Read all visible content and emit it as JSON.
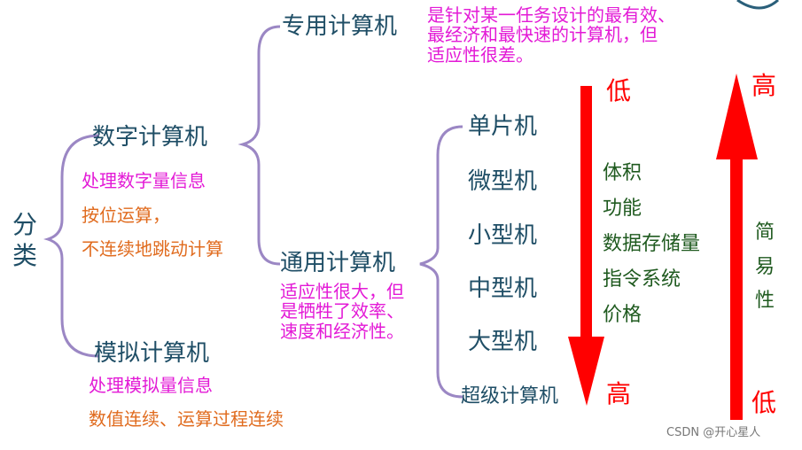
{
  "root": {
    "label": "分类"
  },
  "digital": {
    "label": "数字计算机",
    "desc": [
      "处理数字量信息",
      "按位运算，",
      "不连续地跳动计算"
    ],
    "special": {
      "label": "专用计算机",
      "desc": [
        "是针对某一任务设计的最有效、",
        "最经济和最快速的计算机，但",
        "适应性很差。"
      ]
    },
    "general": {
      "label": "通用计算机",
      "desc": [
        "适应性很大，但",
        "是牺牲了效率、",
        "速度和经济性。"
      ],
      "types": [
        "单片机",
        "微型机",
        "小型机",
        "中型机",
        "大型机",
        "超级计算机"
      ]
    }
  },
  "analog": {
    "label": "模拟计算机",
    "desc": [
      "处理模拟量信息",
      "数值连续、运算过程连续"
    ]
  },
  "metrics": {
    "items": [
      "体积",
      "功能",
      "数据存储量",
      "指令系统",
      "价格"
    ],
    "down_top": "低",
    "down_bottom": "高",
    "up_top": "高",
    "up_bottom": "低",
    "ease_label": [
      "简",
      "易",
      "性"
    ]
  },
  "colors": {
    "node": "#1f4e66",
    "brace": "#9b87c4",
    "magenta": "#e31ad6",
    "orange": "#e06b1e",
    "green": "#1f5a1f",
    "red": "#ff0000"
  },
  "watermark": "CSDN @开心星人"
}
